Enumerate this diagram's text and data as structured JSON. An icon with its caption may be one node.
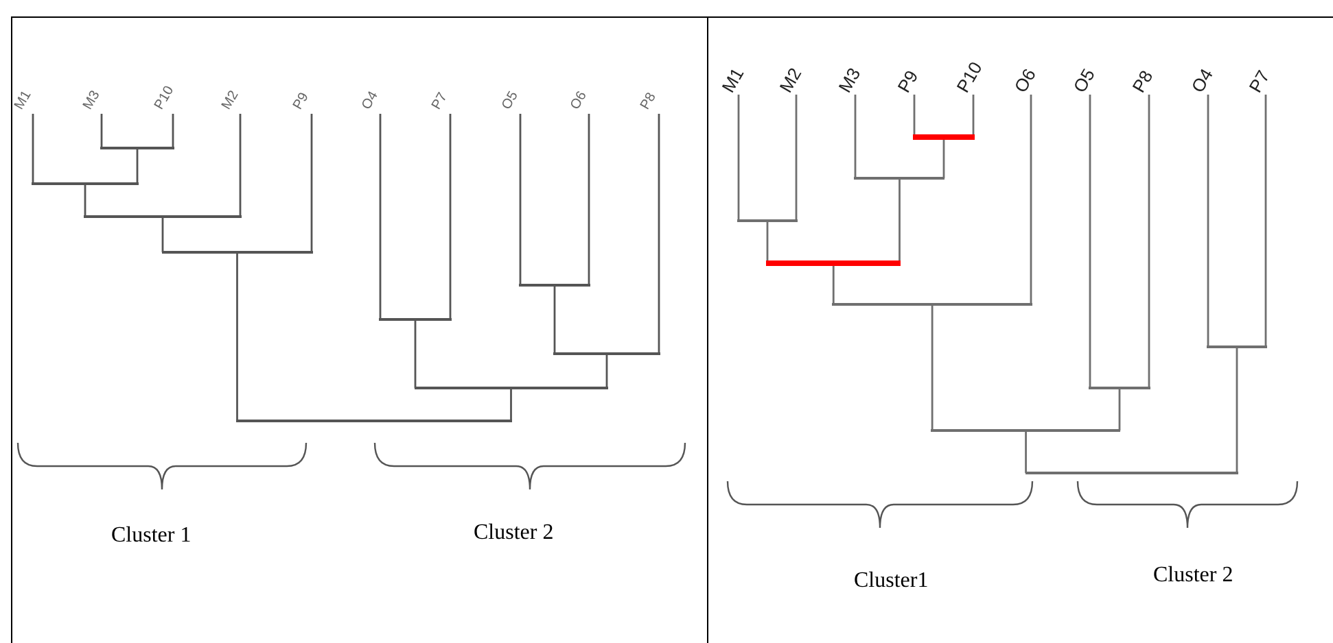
{
  "diagram": {
    "nodes": [
      {
        "text": [],
        "shape": "box"
      },
      {
        "text": [
          "M1"
        ],
        "in": 0
      },
      {
        "text": [
          "M3"
        ],
        "in": 0
      },
      {
        "text": [
          "P10"
        ],
        "in": 0
      },
      {
        "text": [
          "M2"
        ],
        "in": 0
      },
      {
        "text": [
          "P9"
        ],
        "in": 0
      },
      {
        "text": [
          "O4"
        ],
        "in": 0
      },
      {
        "text": [
          "P7"
        ],
        "in": 0
      },
      {
        "text": [
          "O5"
        ],
        "in": 0
      },
      {
        "text": [
          "O6"
        ],
        "in": 0
      },
      {
        "text": [
          "P8"
        ],
        "in": 0
      },
      {
        "text": [],
        "shape": "bar",
        "in": 0
      },
      {
        "text": [],
        "shape": "bar",
        "in": 0
      },
      {
        "text": [],
        "shape": "bar",
        "in": 0
      },
      {
        "text": [],
        "shape": "bar",
        "in": 0
      },
      {
        "text": [],
        "shape": "bar",
        "in": 0
      },
      {
        "text": [],
        "shape": "bar",
        "in": 0
      },
      {
        "text": [],
        "shape": "bar",
        "in": 0
      },
      {
        "text": [],
        "shape": "bar",
        "in": 0
      },
      {
        "text": [],
        "shape": "bar",
        "in": 0
      },
      {
        "text": [],
        "shape": "box"
      },
      {
        "text": [
          "M1"
        ],
        "in": 20
      },
      {
        "text": [
          "M2"
        ],
        "in": 20
      },
      {
        "text": [
          "M3"
        ],
        "in": 20
      },
      {
        "text": [
          "P9"
        ],
        "in": 20
      },
      {
        "text": [
          "P10"
        ],
        "in": 20
      },
      {
        "text": [
          "O6"
        ],
        "in": 20
      },
      {
        "text": [
          "O5"
        ],
        "in": 20
      },
      {
        "text": [
          "P8"
        ],
        "in": 20
      },
      {
        "text": [
          "O4"
        ],
        "in": 20
      },
      {
        "text": [
          "P7"
        ],
        "in": 20
      },
      {
        "text": [],
        "shape": "bar",
        "in": 20
      },
      {
        "text": [],
        "shape": "bar",
        "in": 20
      },
      {
        "text": [],
        "shape": "bar",
        "in": 20
      },
      {
        "text": [],
        "shape": "bar",
        "in": 20
      },
      {
        "text": [],
        "shape": "bar",
        "in": 20
      },
      {
        "text": [],
        "shape": "bar",
        "in": 20
      },
      {
        "text": [],
        "shape": "bar",
        "in": 20
      },
      {
        "text": [],
        "shape": "bar",
        "in": 20
      },
      {
        "text": [],
        "shape": "bar",
        "in": 20
      }
    ],
    "edges": [
      {
        "from": 11,
        "to": 2,
        "arrow": "none"
      },
      {
        "from": 11,
        "to": 3,
        "arrow": "none"
      },
      {
        "from": 12,
        "to": 1,
        "arrow": "none"
      },
      {
        "from": 12,
        "to": 11,
        "arrow": "none"
      },
      {
        "from": 13,
        "to": 12,
        "arrow": "none"
      },
      {
        "from": 13,
        "to": 4,
        "arrow": "none"
      },
      {
        "from": 14,
        "to": 13,
        "arrow": "none"
      },
      {
        "from": 14,
        "to": 5,
        "arrow": "none"
      },
      {
        "from": 15,
        "to": 6,
        "arrow": "none"
      },
      {
        "from": 15,
        "to": 7,
        "arrow": "none"
      },
      {
        "from": 16,
        "to": 8,
        "arrow": "none"
      },
      {
        "from": 16,
        "to": 9,
        "arrow": "none"
      },
      {
        "from": 17,
        "to": 16,
        "arrow": "none"
      },
      {
        "from": 17,
        "to": 10,
        "arrow": "none"
      },
      {
        "from": 18,
        "to": 15,
        "arrow": "none"
      },
      {
        "from": 18,
        "to": 17,
        "arrow": "none"
      },
      {
        "from": 19,
        "to": 14,
        "arrow": "none"
      },
      {
        "from": 19,
        "to": 18,
        "arrow": "none"
      },
      {
        "from": 31,
        "to": 24,
        "arrow": "none"
      },
      {
        "from": 31,
        "to": 25,
        "arrow": "none"
      },
      {
        "from": 32,
        "to": 23,
        "arrow": "none"
      },
      {
        "from": 32,
        "to": 31,
        "arrow": "none"
      },
      {
        "from": 33,
        "to": 21,
        "arrow": "none"
      },
      {
        "from": 33,
        "to": 22,
        "arrow": "none"
      },
      {
        "from": 34,
        "to": 33,
        "arrow": "none"
      },
      {
        "from": 34,
        "to": 32,
        "arrow": "none"
      },
      {
        "from": 35,
        "to": 34,
        "arrow": "none"
      },
      {
        "from": 35,
        "to": 26,
        "arrow": "none"
      },
      {
        "from": 36,
        "to": 27,
        "arrow": "none"
      },
      {
        "from": 36,
        "to": 28,
        "arrow": "none"
      },
      {
        "from": 37,
        "to": 35,
        "arrow": "none"
      },
      {
        "from": 37,
        "to": 36,
        "arrow": "none"
      },
      {
        "from": 38,
        "to": 29,
        "arrow": "none"
      },
      {
        "from": 38,
        "to": 30,
        "arrow": "none"
      },
      {
        "from": 39,
        "to": 37,
        "arrow": "none"
      },
      {
        "from": 39,
        "to": 38,
        "arrow": "none"
      }
    ],
    "labels": [
      "Cluster 1",
      "Cluster 2",
      "Cluster1",
      "Cluster 2"
    ]
  }
}
